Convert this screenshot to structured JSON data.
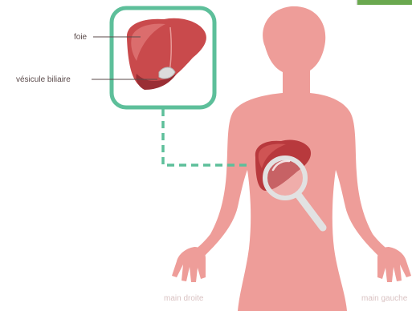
{
  "labels": {
    "liver": "foie",
    "gallbladder": "vésicule biliaire",
    "right_hand": "main droite",
    "left_hand": "main gauche"
  },
  "colors": {
    "body": "#ee9d99",
    "liver": "#c94a4c",
    "liver_dark": "#9a2e34",
    "liver_highlight": "#e07a78",
    "inset_border": "#5dbf9a",
    "connector": "#5dbf9a",
    "magnifier": "#e2e2e2",
    "label_text": "#5a4a4a",
    "side_text": "#d9c2c2",
    "corner_accent": "#6aa84f"
  },
  "icons": {
    "magnifier": "magnifier-icon",
    "liver": "liver-icon"
  }
}
